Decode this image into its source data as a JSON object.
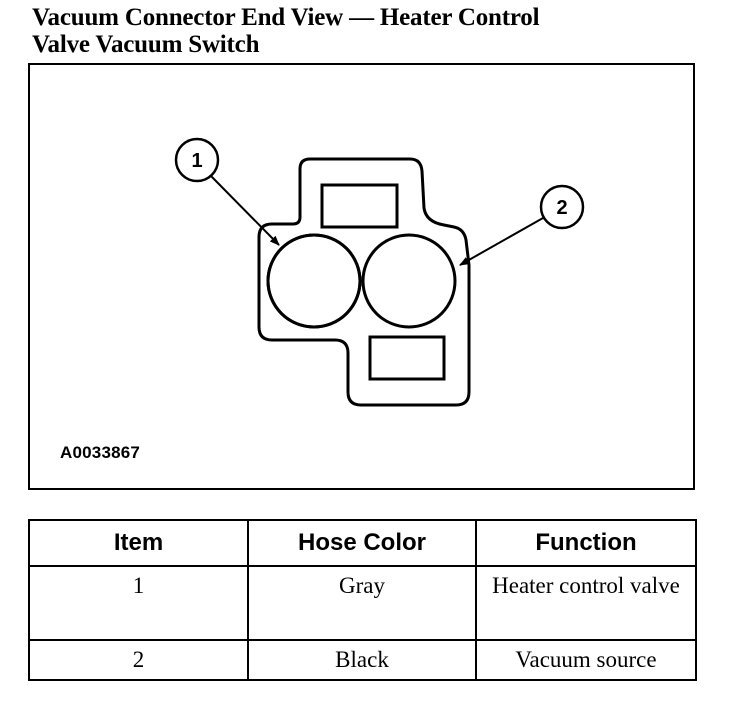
{
  "title": {
    "line1": "Vacuum Connector End View — Heater Control",
    "line2": "Valve Vacuum Switch"
  },
  "figure": {
    "id_label": "A0033867",
    "callouts": [
      {
        "number": "1"
      },
      {
        "number": "2"
      }
    ]
  },
  "legend_table": {
    "headers": [
      "Item",
      "Hose Color",
      "Function"
    ],
    "rows": [
      [
        "1",
        "Gray",
        "Heater control valve"
      ],
      [
        "2",
        "Black",
        "Vacuum source"
      ]
    ]
  }
}
